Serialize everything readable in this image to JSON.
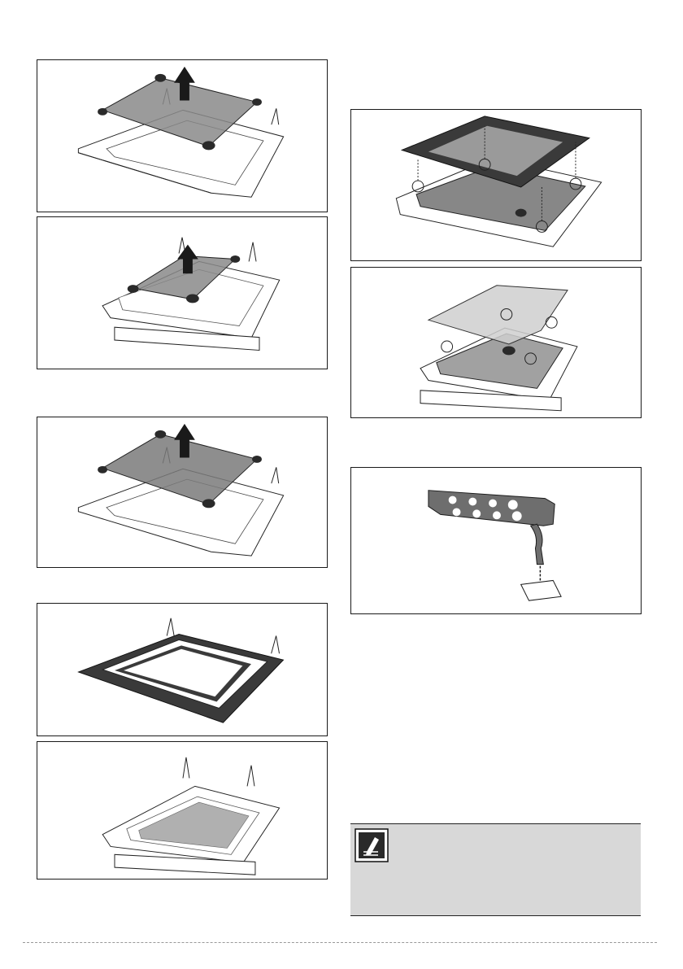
{
  "page": {
    "figures": [
      {
        "id": "fig-1",
        "subject": "glass-pane-lift-out"
      },
      {
        "id": "fig-2",
        "subject": "inner-pane-lift-out"
      },
      {
        "id": "fig-3",
        "subject": "glass-pane-lift-out"
      },
      {
        "id": "fig-4",
        "subject": "door-frame-with-inner-glass"
      },
      {
        "id": "fig-5",
        "subject": "door-frame-empty"
      },
      {
        "id": "fig-6",
        "subject": "outer-pane-with-seals"
      },
      {
        "id": "fig-7",
        "subject": "pane-reinsertion"
      },
      {
        "id": "fig-8",
        "subject": "seal-clip-insertion"
      }
    ],
    "note": {
      "icon": "pencil-note-icon",
      "text": ""
    },
    "colors": {
      "glass": "#8a8a8a",
      "frame_dark": "#3a3a3a",
      "note_bg": "#d8d8d8",
      "line": "#1a1a1a"
    }
  }
}
